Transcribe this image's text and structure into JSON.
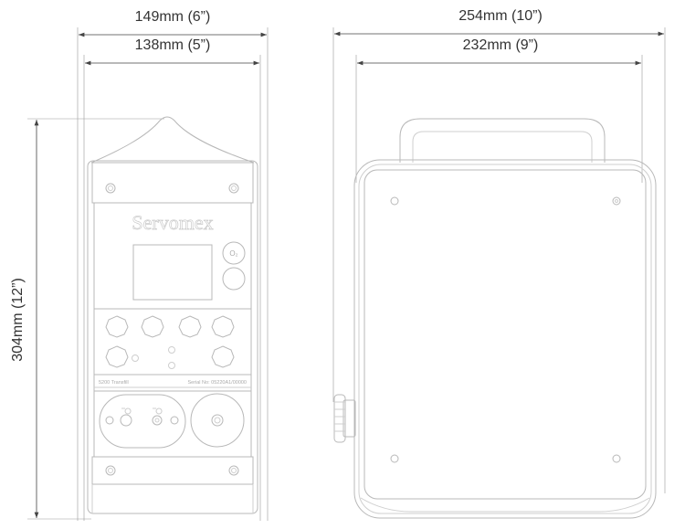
{
  "dimensions": {
    "front_outer_width": "149mm (6”)",
    "front_inner_width": "138mm (5”)",
    "side_outer_width": "254mm (10”)",
    "side_inner_width": "232mm (9”)",
    "height": "304mm (12”)"
  },
  "device": {
    "brand": "Servomex",
    "model_label": "5200 Transfill",
    "serial_label": "Serial No: 05220A1/00000",
    "o2_button": "O₂"
  },
  "colors": {
    "dimension_line": "#444444",
    "outline": "#b8b8b8"
  }
}
